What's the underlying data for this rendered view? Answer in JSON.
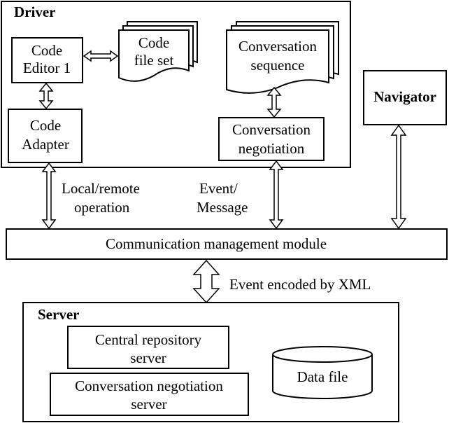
{
  "driver": {
    "title": "Driver",
    "code_editor": [
      "Code",
      "Editor 1"
    ],
    "code_file_set": [
      "Code",
      "file set"
    ],
    "code_adapter": [
      "Code",
      "Adapter"
    ],
    "conversation_sequence": [
      "Conversation",
      "sequence"
    ],
    "conversation_negotiation": [
      "Conversation",
      "negotiation"
    ]
  },
  "navigator": {
    "label": "Navigator"
  },
  "links": {
    "local_remote": [
      "Local/remote",
      "operation"
    ],
    "event_message": [
      "Event/",
      "Message"
    ],
    "xml": "Event encoded by XML"
  },
  "comm_module": {
    "label": "Communication management module"
  },
  "server": {
    "title": "Server",
    "central_repository": [
      "Central repository",
      "server"
    ],
    "conversation_negotiation_server": [
      "Conversation negotiation",
      "server"
    ],
    "data_file": "Data file"
  }
}
